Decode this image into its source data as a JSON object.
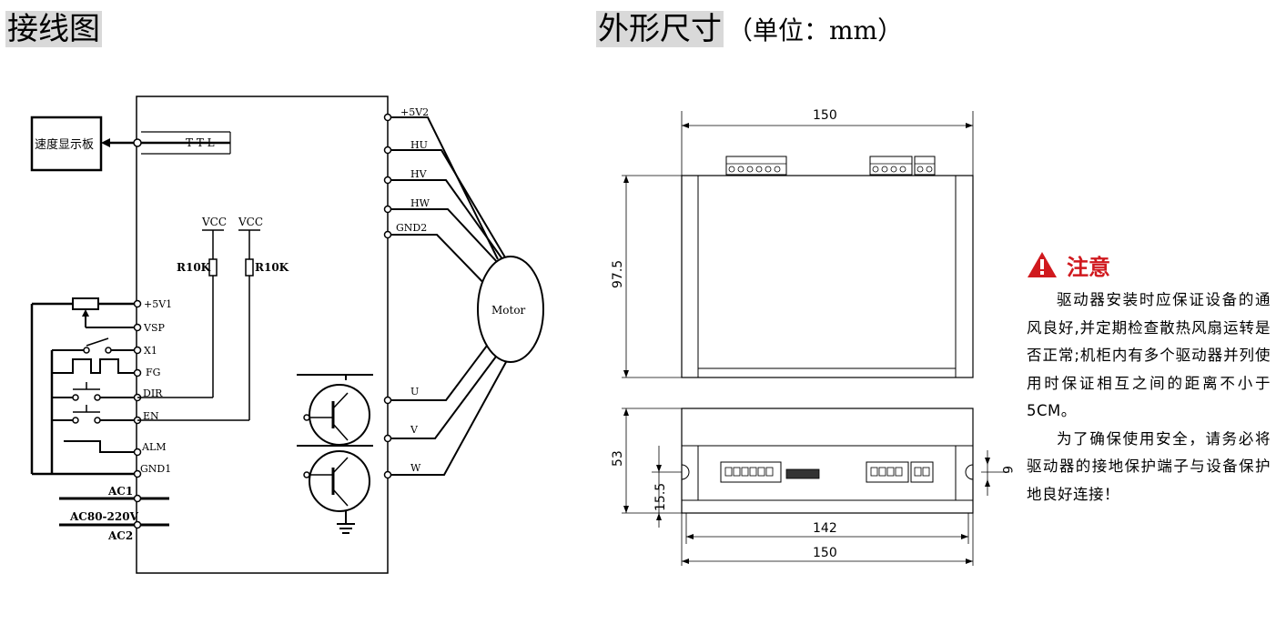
{
  "headings": {
    "wiring": "接线图",
    "dims": "外形尺寸",
    "dims_unit": "（单位：mm）"
  },
  "wiring": {
    "display_board": "速度显示板",
    "ttl": "T T L",
    "vcc1": "VCC",
    "vcc2": "VCC",
    "r1": "R10K",
    "r2": "R10K",
    "pins_left": [
      "+5V1",
      "VSP",
      "X1",
      "FG",
      "DIR",
      "EN",
      "ALM",
      "GND1"
    ],
    "ac1": "AC1",
    "ac_in": "AC80-220V",
    "ac2": "AC2",
    "pins_right": [
      "+5V2",
      "HU",
      "HV",
      "HW",
      "GND2",
      "U",
      "V",
      "W"
    ],
    "motor": "Motor"
  },
  "dims": {
    "width_top": "150",
    "height_top": "97.5",
    "height_bottom": "53",
    "hole_offset": "15.5",
    "hole_dia": "6",
    "hole_span": "142",
    "width_bottom": "150"
  },
  "caution": {
    "title": "注意",
    "p1": "驱动器安装时应保证设备的通风良好,并定期检查散热风扇运转是否正常;机柜内有多个驱动器并列使用时保证相互之间的距离不小于5CM。",
    "p2": "为了确保使用安全，请务必将驱动器的接地保护端子与设备保护地良好连接！"
  },
  "colors": {
    "warning": "#d0191e",
    "heading_bg": "#d9d9d9"
  }
}
